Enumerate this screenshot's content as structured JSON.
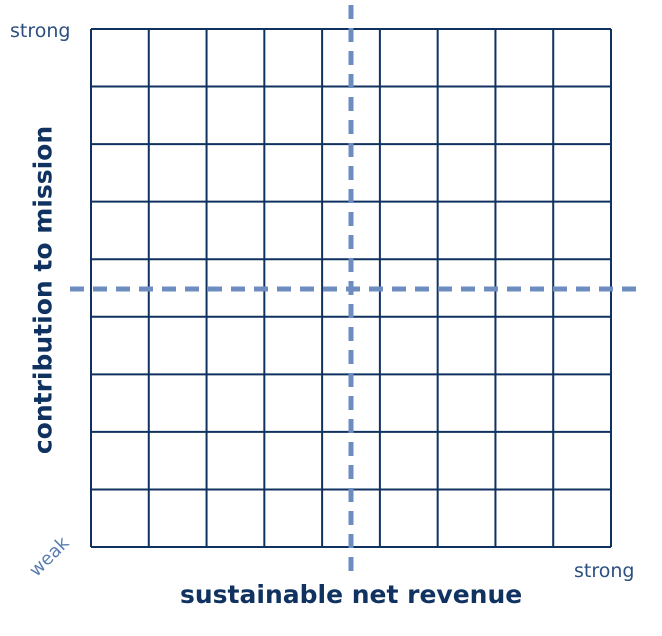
{
  "axes": {
    "x_label": "sustainable net revenue",
    "y_label": "contribution to mission",
    "x_high": "strong",
    "y_high": "strong",
    "origin": "weak"
  },
  "grid": {
    "rows": 9,
    "columns": 9
  },
  "colors": {
    "grid": "#0f3260",
    "divider": "#6d8cbf",
    "text": "#0f3260"
  }
}
